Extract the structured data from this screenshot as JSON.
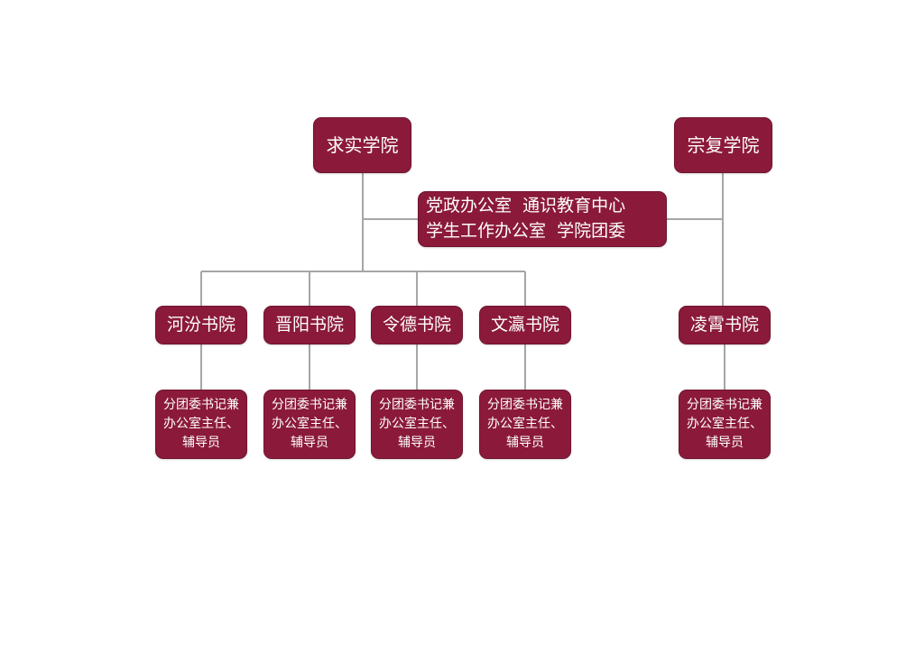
{
  "colleges": {
    "qiushi": "求实学院",
    "zongfu": "宗复学院"
  },
  "office": {
    "line1": "党政办公室  通识教育中心",
    "line2": "学生工作办公室  学院团委"
  },
  "academies": {
    "hefen": "河汾书院",
    "jinyang": "晋阳书院",
    "lingde": "令德书院",
    "wenying": "文瀛书院",
    "lingxiao": "凌霄书院"
  },
  "staff": {
    "line1": "分团委书记兼",
    "line2": "办公室主任、",
    "line3": "辅导员"
  },
  "colors": {
    "node_fill": "#8b1a3a",
    "connector": "#a6a6a6",
    "text": "#ffffff"
  }
}
